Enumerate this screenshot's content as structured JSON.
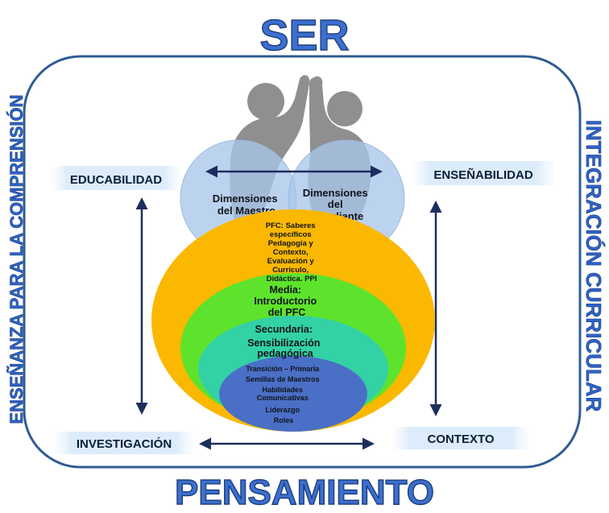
{
  "titles": {
    "top": "SER",
    "bottom": "PENSAMIENTO",
    "left": "ENSEÑANZA PARA LA COMPRENSIÓN",
    "right": "INTEGRACIÓN CURRICULAR"
  },
  "corners": {
    "top_left": "EDUCABILIDAD",
    "top_right": "ENSEÑABILIDAD",
    "bottom_left": "INVESTIGACIÓN",
    "bottom_right": "CONTEXTO"
  },
  "circles": {
    "maestro": [
      "Dimensiones",
      "del Maestro"
    ],
    "estudiante": [
      "Dimensiones",
      "del",
      "Estudiante"
    ]
  },
  "levels": {
    "pfc": [
      "PFC: Saberes",
      "específicos",
      "Pedagogía y",
      "Contexto,",
      "Evaluación y",
      "Currículo,",
      "Didáctica. PPI"
    ],
    "media": [
      "Media:",
      "Introductorio",
      "del PFC"
    ],
    "secundaria": [
      "Secundaria:",
      "Sensibilización",
      "pedagógica"
    ],
    "primaria": [
      "Transición – Primaria",
      "Semillas de Maestros",
      "Habilidades",
      "Comunicativas",
      "Liderazgo",
      "Roles"
    ]
  },
  "colors": {
    "frame": "#2f5c93",
    "arrow": "#1d2e5e",
    "circle": "#a9c7ea",
    "pfc": "#fbb800",
    "media": "#5ee32c",
    "secundaria": "#33d1a6",
    "primaria": "#4a6fc6",
    "label_box": "#dcecfa",
    "figures": "#8f8f8f"
  }
}
